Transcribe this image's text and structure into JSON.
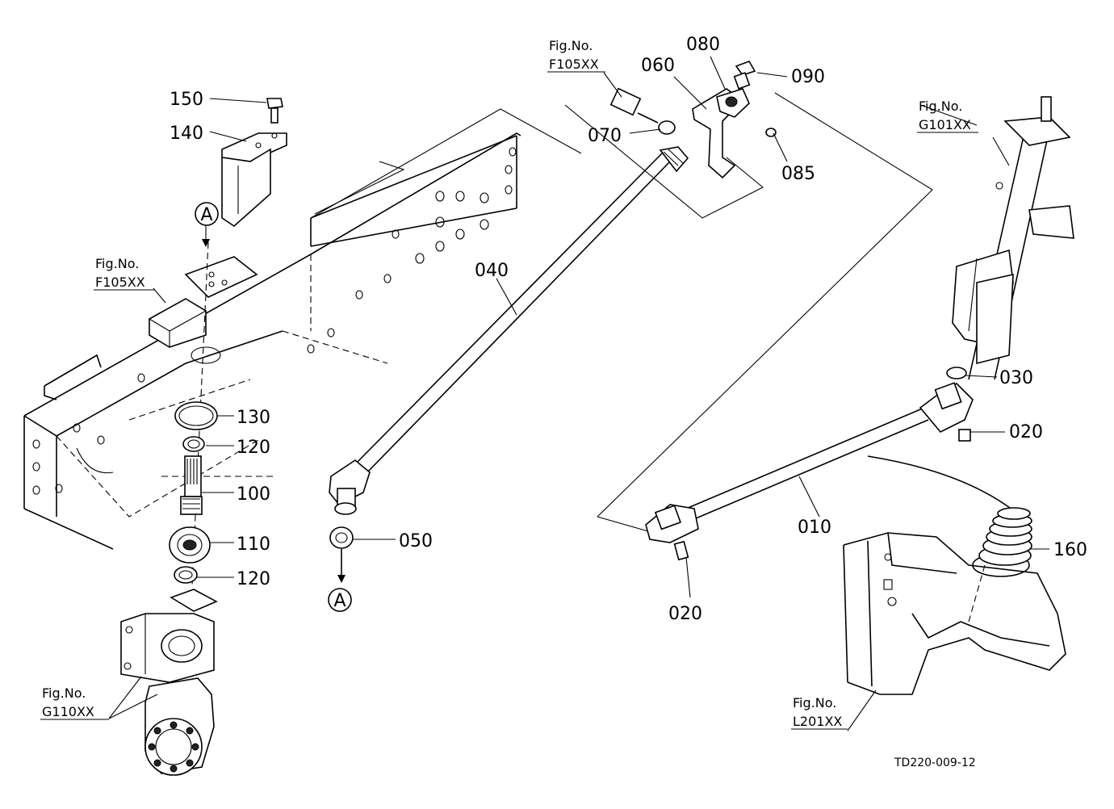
{
  "parts": {
    "p150": "150",
    "p140": "140",
    "p130": "130",
    "p120a": "120",
    "p100": "100",
    "p110": "110",
    "p120b": "120",
    "p040": "040",
    "p050": "050",
    "p060": "060",
    "p070": "070",
    "p080": "080",
    "p085": "085",
    "p090": "090",
    "p030": "030",
    "p020a": "020",
    "p010": "010",
    "p020b": "020",
    "p160": "160"
  },
  "markers": {
    "a_top": "A",
    "a_bottom": "A"
  },
  "figrefs": {
    "f105_left": {
      "line1": "Fig.No.",
      "line2": "F105XX"
    },
    "f105_top": {
      "line1": "Fig.No.",
      "line2": "F105XX"
    },
    "g101": {
      "line1": "Fig.No.",
      "line2": "G101XX"
    },
    "g110": {
      "line1": "Fig.No.",
      "line2": "G110XX"
    },
    "l201": {
      "line1": "Fig.No.",
      "line2": "L201XX"
    }
  },
  "drawing_code": "TD220-009-12"
}
